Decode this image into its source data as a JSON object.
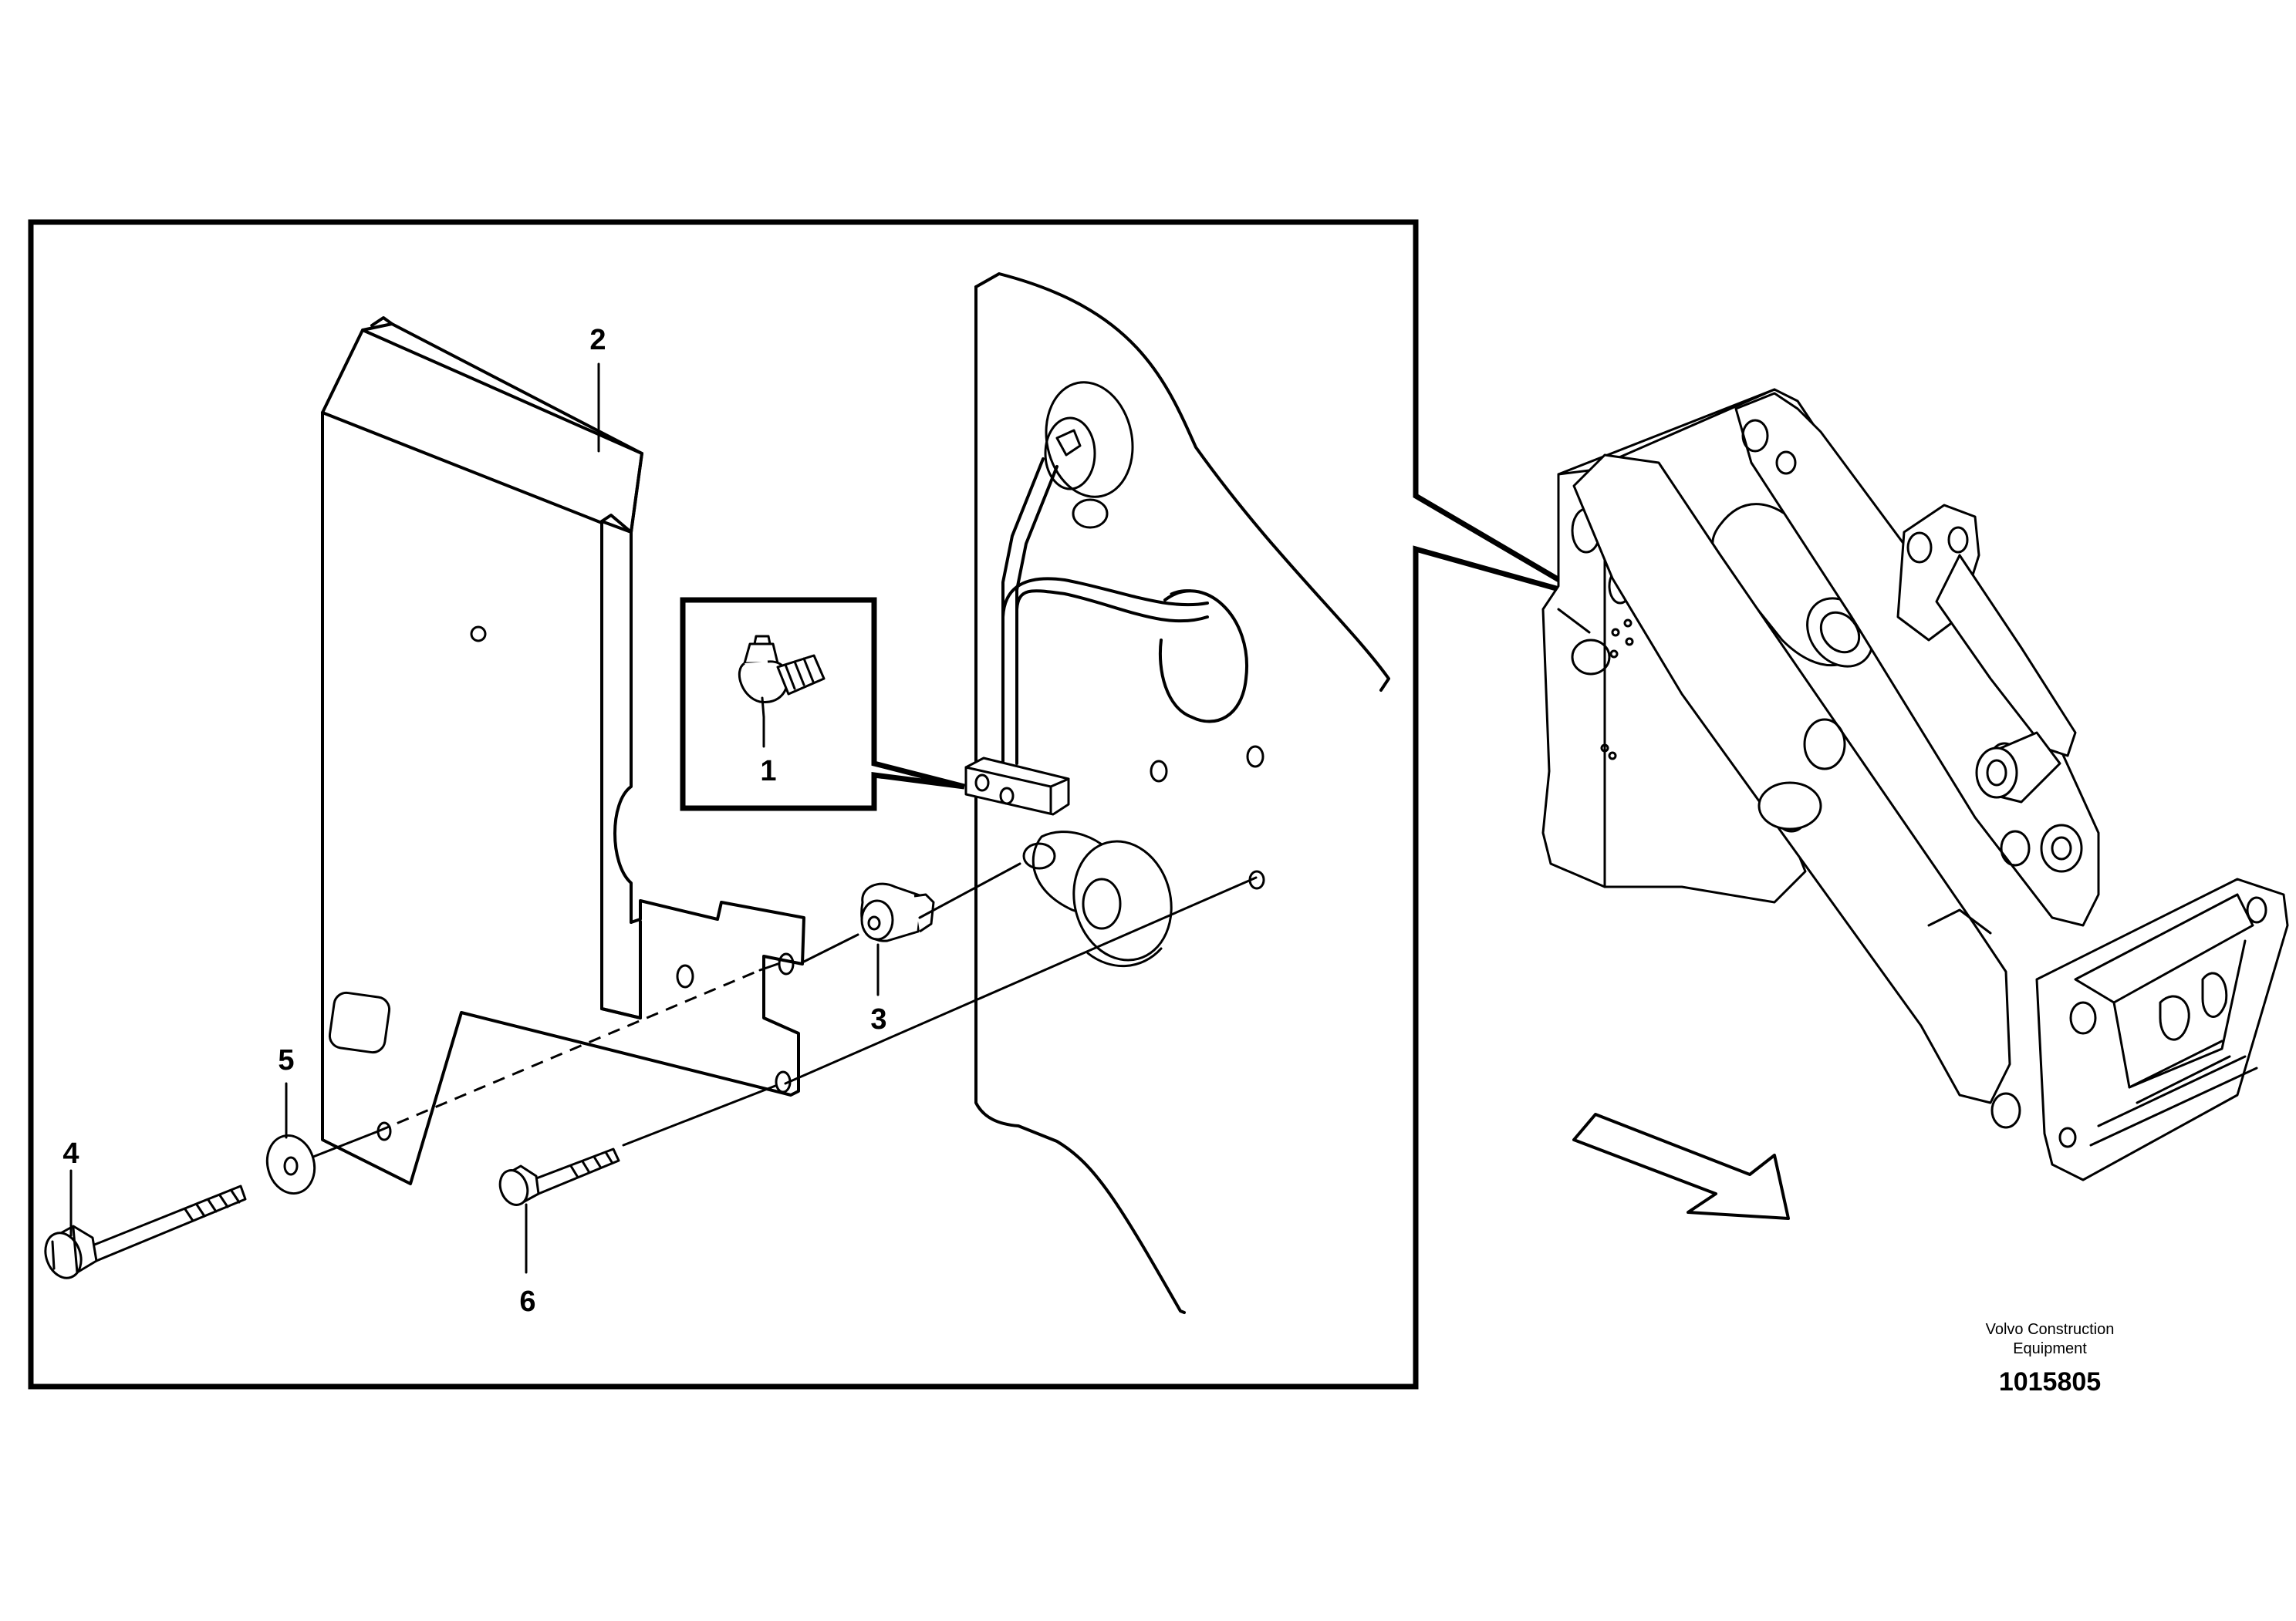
{
  "diagram": {
    "callouts": [
      {
        "id": "1",
        "text": "1"
      },
      {
        "id": "2",
        "text": "2"
      },
      {
        "id": "3",
        "text": "3"
      },
      {
        "id": "4",
        "text": "4"
      },
      {
        "id": "5",
        "text": "5"
      },
      {
        "id": "6",
        "text": "6"
      }
    ],
    "publisher_line1": "Volvo Construction",
    "publisher_line2": "Equipment",
    "figure_number": "1015805"
  }
}
